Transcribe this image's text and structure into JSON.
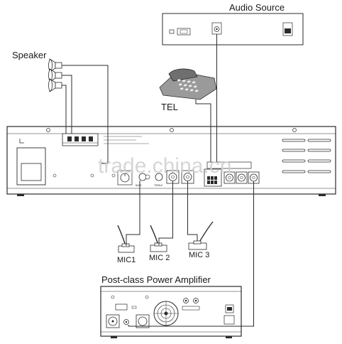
{
  "labels": {
    "audio_source": "Audio Source",
    "speaker": "Speaker",
    "tel": "TEL",
    "mic1": "MIC1",
    "mic2": "MIC 2",
    "mic3": "MIC 3",
    "amplifier": "Post-class Power Amplifier"
  },
  "panel_text": {
    "bass": "BASS",
    "treble": "TREBLE"
  },
  "watermark": "trade.china.cn",
  "colors": {
    "line": "#2b2b2b",
    "device_fill": "#ffffff",
    "phone_fill": "#8c8c8c",
    "watermark": "#cfcfcf"
  }
}
